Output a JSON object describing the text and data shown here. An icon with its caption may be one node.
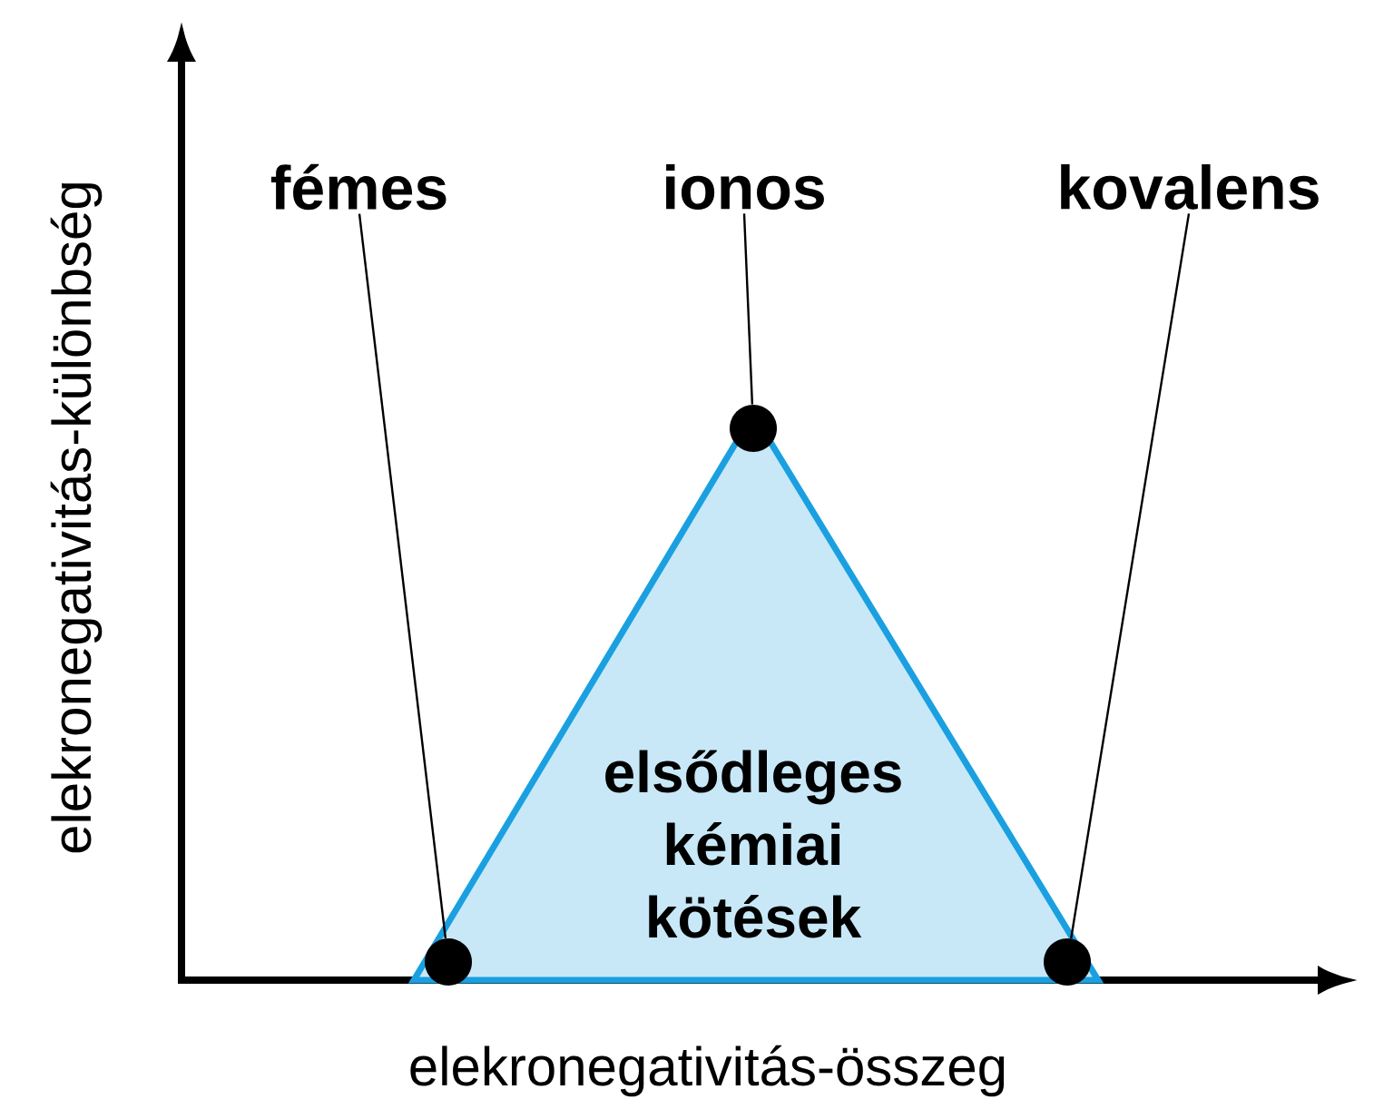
{
  "diagram": {
    "nodes": [
      {
        "text": [
          "fémes"
        ]
      },
      {
        "text": [
          "ionos"
        ]
      },
      {
        "text": [
          "kovalens"
        ]
      },
      {
        "text": [
          "elsődleges kémiai kötések"
        ]
      },
      {
        "text": [],
        "shape": "circle"
      },
      {
        "text": [],
        "shape": "circle"
      },
      {
        "text": [],
        "shape": "circle"
      }
    ],
    "edges": [
      {
        "from": 0,
        "to": 4,
        "arrow": "none"
      },
      {
        "from": 1,
        "to": 5,
        "arrow": "none"
      },
      {
        "from": 2,
        "to": 6,
        "arrow": "none"
      }
    ],
    "labels": [
      "elekronegativitás-különbség",
      "elekronegativitás-összeg"
    ]
  }
}
